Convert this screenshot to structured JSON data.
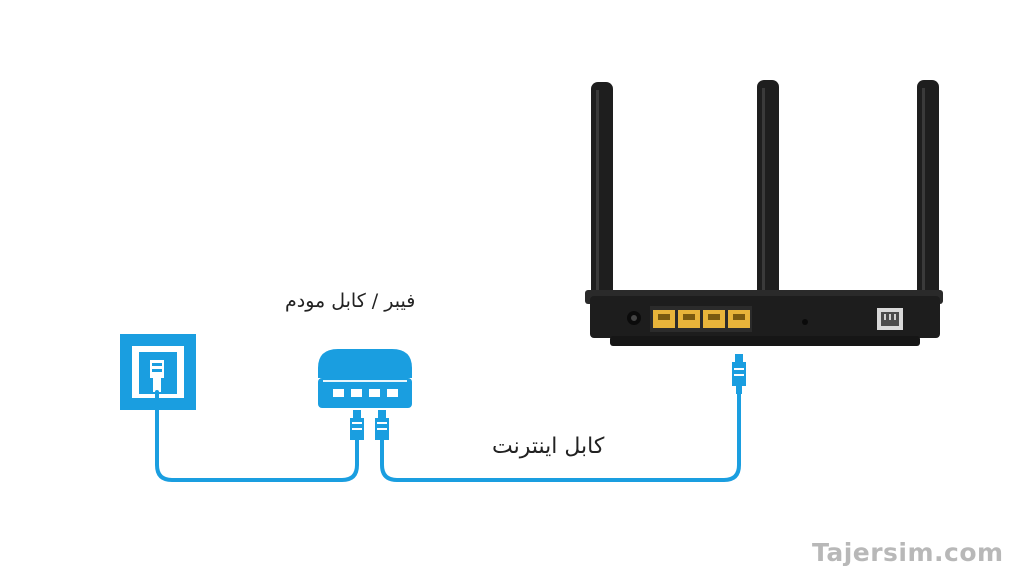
{
  "labels": {
    "modem_label": "فیبر / کابل مودم",
    "internet_cable_label": "کابل اینترنت",
    "watermark": "Tajersim.com"
  },
  "colors": {
    "accent_blue": "#1a9ee0",
    "router_body": "#1d1d1d",
    "port_yellow": "#e8b43a",
    "background": "#ffffff"
  },
  "icons": [
    "wall-jack-icon",
    "modem-icon",
    "router-icon",
    "ethernet-plug-icon"
  ]
}
